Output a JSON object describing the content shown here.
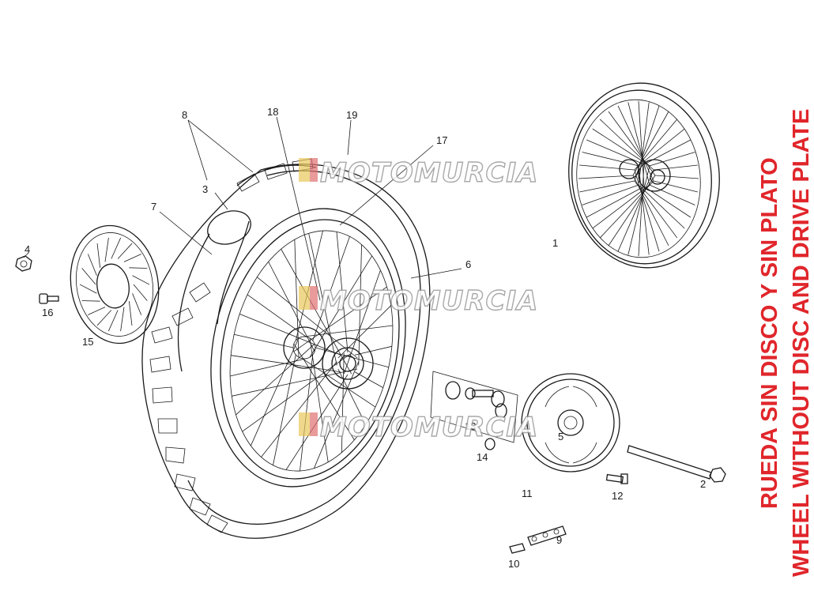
{
  "title_es": "RUEDA SIN DISCO Y SIN PLATO",
  "title_en": "WHEEL WITHOUT DISC AND DRIVE PLATE",
  "title_color": "#e0262b",
  "watermark": "MOTOMURCIA",
  "part_numbers": {
    "p1": "1",
    "p2": "2",
    "p3": "3",
    "p4": "4",
    "p5": "5",
    "p6": "6",
    "p7": "7",
    "p8": "8",
    "p9": "9",
    "p10": "10",
    "p11": "11",
    "p12": "12",
    "p13": "13",
    "p14": "14",
    "p15": "15",
    "p16": "16",
    "p17": "17",
    "p18": "18",
    "p19": "19"
  }
}
